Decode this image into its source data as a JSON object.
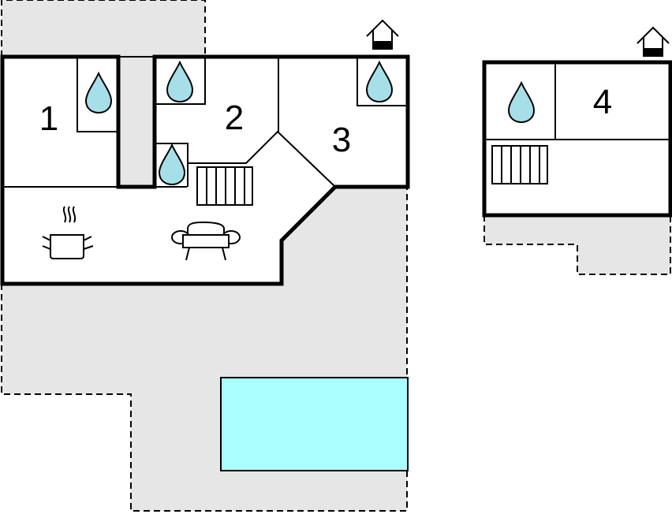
{
  "floorplan": {
    "rooms": [
      {
        "id": "room-1",
        "label": "1"
      },
      {
        "id": "room-2",
        "label": "2"
      },
      {
        "id": "room-3",
        "label": "3"
      },
      {
        "id": "room-4",
        "label": "4"
      }
    ],
    "icons": {
      "bathroom": "water-drop-icon",
      "kitchen": "cooking-pot-icon",
      "living": "sofa-icon",
      "stairs": "staircase-icon",
      "entrance": "house-entrance-icon",
      "pool": "swimming-pool"
    },
    "colors": {
      "terrace": "#e6e6e6",
      "pool": "#aaffff",
      "water_drop": "#a6dfe8",
      "walls": "#000000",
      "floor": "#ffffff"
    }
  }
}
